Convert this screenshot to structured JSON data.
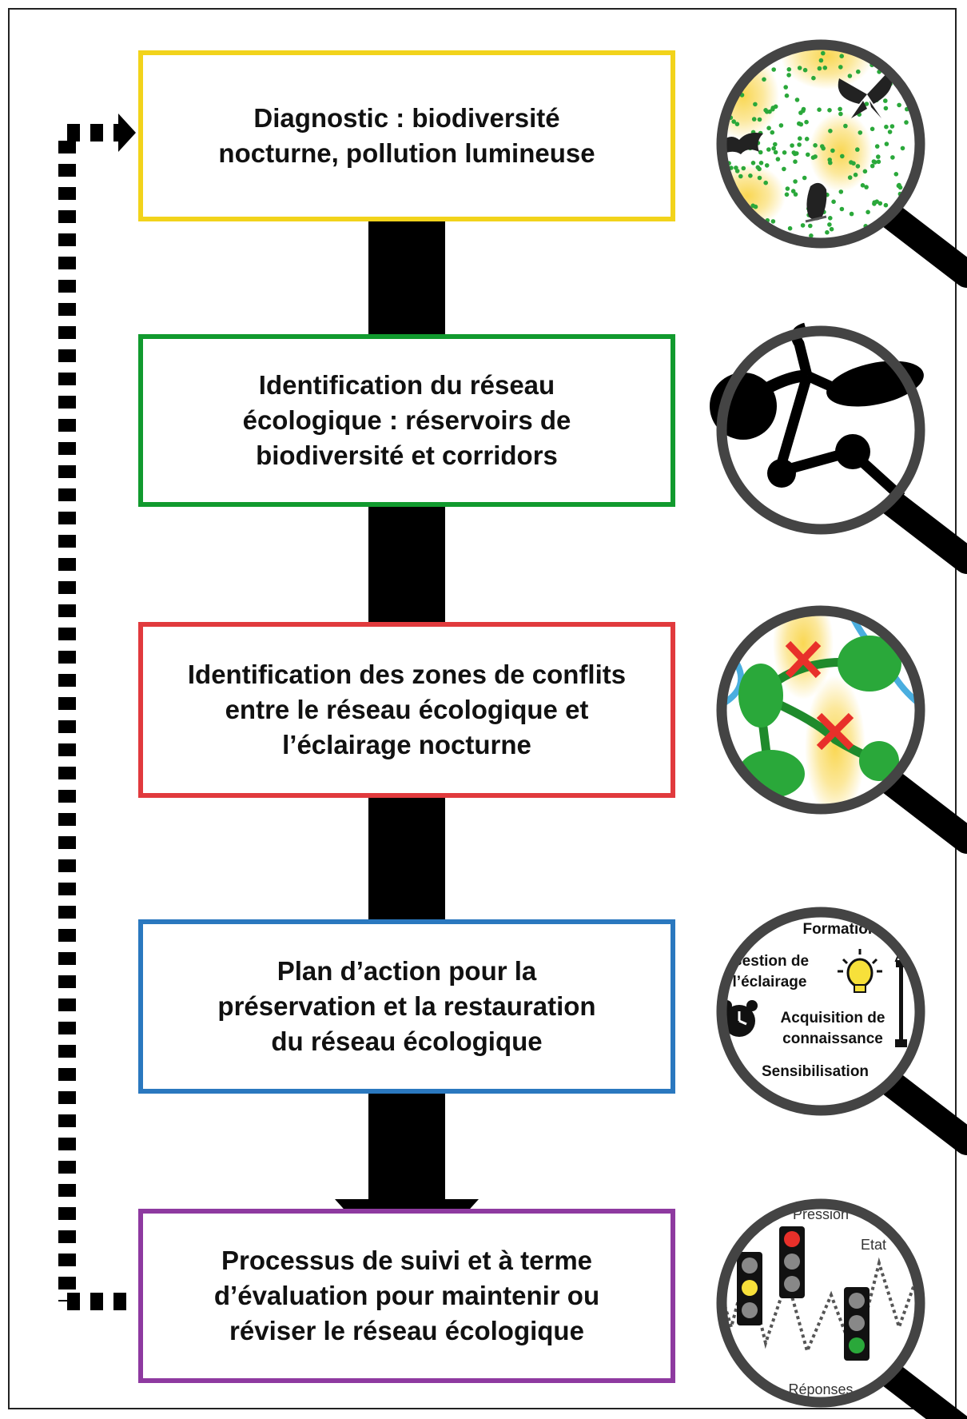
{
  "steps": [
    {
      "text": "Diagnostic : biodiversité\nnocturne, pollution lumineuse",
      "color": "#f2d31b"
    },
    {
      "text": "Identification du réseau\nécologique : réservoirs de\nbiodiversité et corridors",
      "color": "#119a2e"
    },
    {
      "text": "Identification des zones de conflits\nentre le réseau écologique et\nl’éclairage nocturne",
      "color": "#e13a3d"
    },
    {
      "text": "Plan d’action pour la\npréservation et la restauration\ndu réseau écologique",
      "color": "#2a78bf"
    },
    {
      "text": "Processus de suivi et à terme\nd’évaluation pour maintenir ou\nréviser le réseau écologique",
      "color": "#8e3aa0"
    }
  ],
  "action_plan_icon": {
    "formation": "Formation",
    "gestion_line1": "Gestion de",
    "gestion_line2": "l’éclairage",
    "acquisition_line1": "Acquisition de",
    "acquisition_line2": "connaissance",
    "sensibilisation": "Sensibilisation"
  },
  "monitoring_icon": {
    "pression": "Pression",
    "etat": "Etat",
    "reponses": "Réponses"
  },
  "colors": {
    "light_yellow": "#f9d54a",
    "green": "#2aa83a",
    "river_blue": "#4aaedf",
    "cross_red": "#e8302a",
    "ring_grey": "#444444",
    "bulb_yellow": "#f7e03a"
  }
}
